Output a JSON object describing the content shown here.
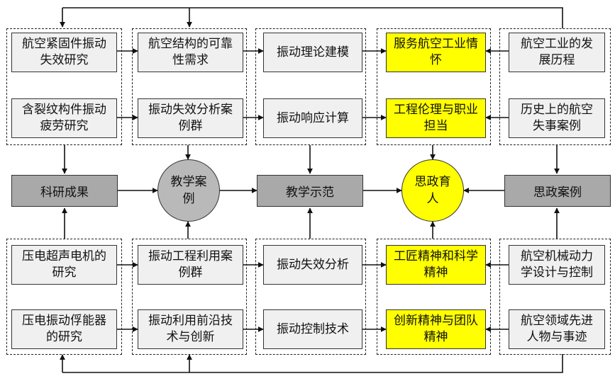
{
  "top_rows": [
    [
      "航空紧固件振动失效研究",
      "航空结构的可靠性需求",
      "振动理论建模",
      "服务航空工业情怀",
      "航空工业的发展历程"
    ],
    [
      "含裂纹构件振动疲劳研究",
      "振动失效分析案例群",
      "振动响应计算",
      "工程伦理与职业担当",
      "历史上的航空失事案例"
    ]
  ],
  "bottom_rows": [
    [
      "压电超声电机的研究",
      "振动工程利用案例群",
      "振动失效分析",
      "工匠精神和科学精神",
      "航空机械动力学设计与控制"
    ],
    [
      "压电振动俘能器的研究",
      "振动利用前沿技术与创新",
      "振动控制技术",
      "创新精神与团队精神",
      "航空领域先进人物与事迹"
    ]
  ],
  "hubs": [
    "科研成果",
    "教学案例",
    "教学示范",
    "思政育人",
    "思政案例"
  ],
  "colors": {
    "highlight": "#ffff00",
    "hub_fill": "#a9a9a9",
    "box_fill": "#f0f0f0",
    "line": "#222222"
  }
}
